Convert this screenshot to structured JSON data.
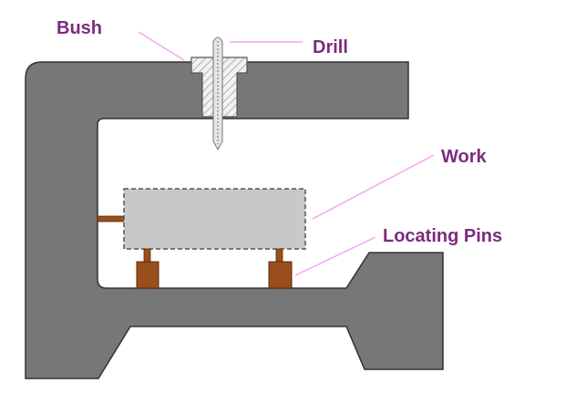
{
  "labels": {
    "bush": "Bush",
    "drill": "Drill",
    "work": "Work",
    "locating_pins": "Locating Pins"
  },
  "colors": {
    "label_text": "#7b2c7e",
    "leader_line": "#f4a6f0",
    "frame": "#757575",
    "work": "#c8c8c8",
    "pins": "#9a4e1c"
  }
}
